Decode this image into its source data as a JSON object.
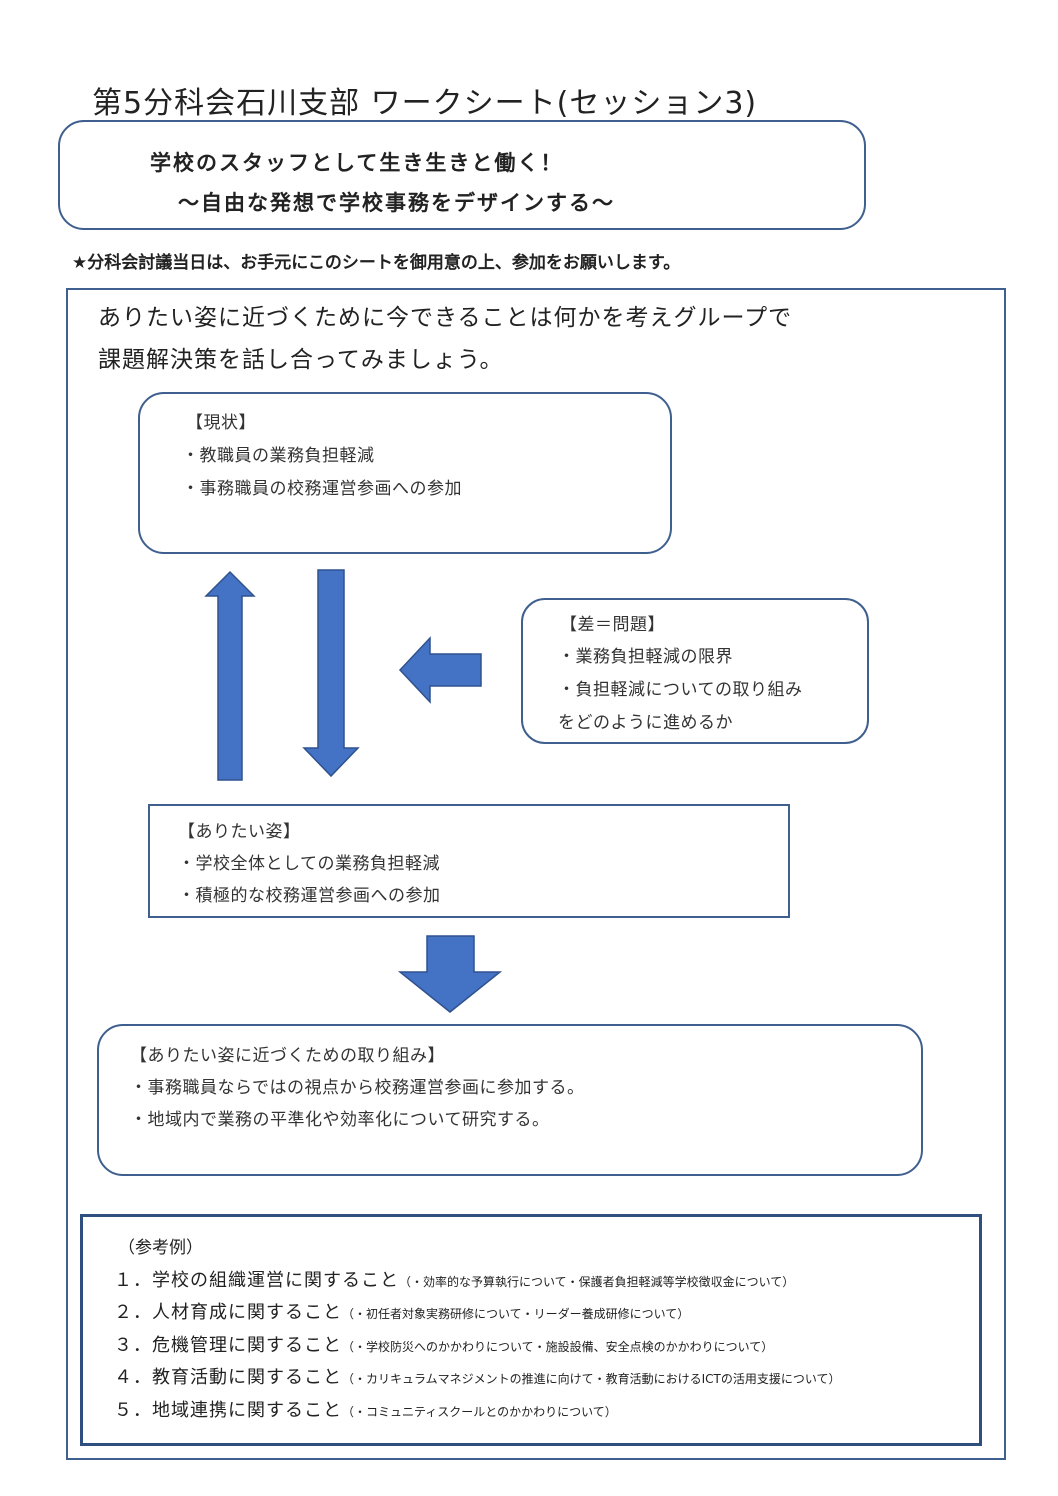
{
  "title": "第5分科会石川支部  ワークシート(セッション3)",
  "theme": {
    "line1": "学校のスタッフとして生き生きと働く！",
    "line2": "～自由な発想で学校事務をデザインする～"
  },
  "notice": "★分科会討議当日は、お手元にこのシートを御用意の上、参加をお願いします。",
  "intro": {
    "line1": "ありたい姿に近づくために今できることは何かを考えグループで",
    "line2": "課題解決策を話し合ってみましょう。"
  },
  "current_state": {
    "heading": "【現状】",
    "items": [
      "・教職員の業務負担軽減",
      "・事務職員の校務運営参画への参加"
    ]
  },
  "gap": {
    "heading": "【差＝問題】",
    "lines": [
      "・業務負担軽減の限界",
      "・負担軽減についての取り組み",
      "をどのように進めるか"
    ]
  },
  "ideal": {
    "heading": "【ありたい姿】",
    "items": [
      "・学校全体としての業務負担軽減",
      "・積極的な校務運営参画への参加"
    ]
  },
  "actions": {
    "heading": "【ありたい姿に近づくための取り組み】",
    "items": [
      "・事務職員ならではの視点から校務運営参画に参加する。",
      "・地域内で業務の平準化や効率化について研究する。"
    ]
  },
  "reference": {
    "title": "（参考例）",
    "items": [
      {
        "main": "１．学校の組織運営に関すること",
        "note": "（・効率的な予算執行について・保護者負担軽減等学校徴収金について）"
      },
      {
        "main": "２．人材育成に関すること",
        "note": "（・初任者対象実務研修について・リーダー養成研修について）"
      },
      {
        "main": "３．危機管理に関すること",
        "note": "（・学校防災へのかかわりについて・施設設備、安全点検のかかわりについて）"
      },
      {
        "main": "４．教育活動に関すること",
        "note": "（・カリキュラムマネジメントの推進に向けて・教育活動におけるICTの活用支援について）"
      },
      {
        "main": "５．地域連携に関すること",
        "note": "（・コミュニティスクールとのかかわりについて）"
      }
    ]
  },
  "colors": {
    "arrow_fill": "#4472c4",
    "arrow_stroke": "#2f528f",
    "frame": "#3f5f8f"
  }
}
